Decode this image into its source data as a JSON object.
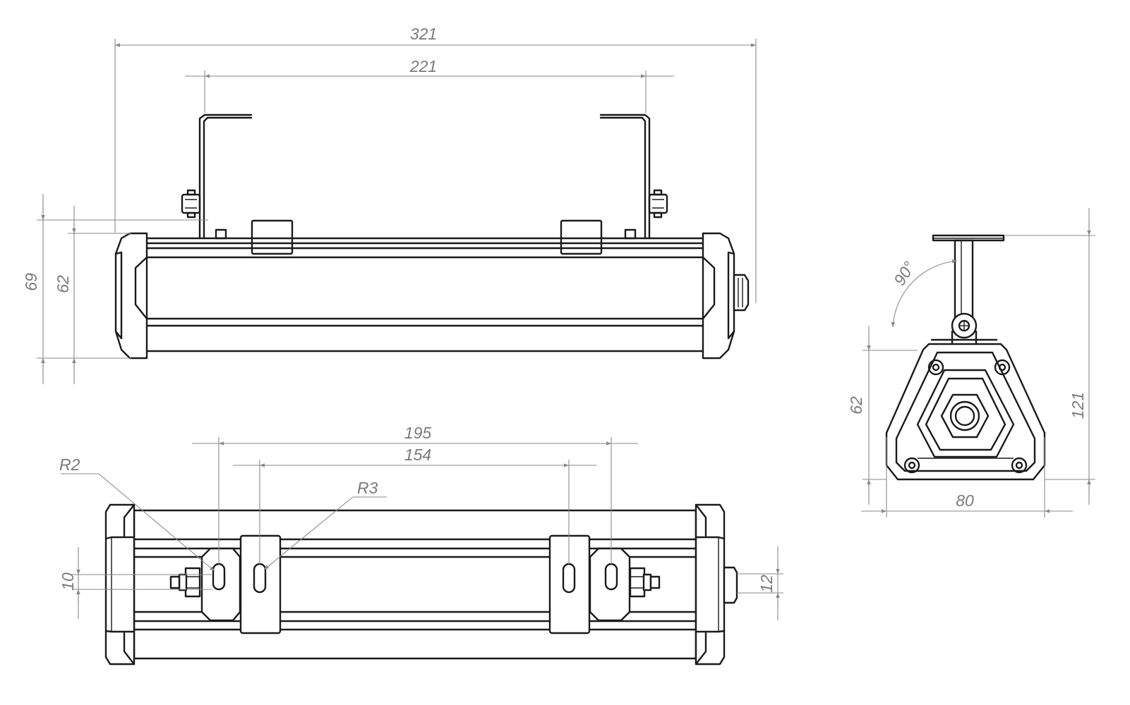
{
  "drawing": {
    "colors": {
      "object_line": "#1a1a1a",
      "dimension_line": "#8a8a8a",
      "background": "#ffffff"
    },
    "dimensions": {
      "overall_length": "321",
      "bracket_span": "221",
      "height_with_bracket_base": "69",
      "body_height": "62",
      "mount_hole_span_outer": "195",
      "mount_hole_span_inner": "154",
      "radius_small": "R2",
      "radius_large": "R3",
      "slot_width": "10",
      "gland_offset": "12",
      "end_view_height": "62",
      "end_view_total_height": "121",
      "end_view_width": "80",
      "bracket_rotation": "90°"
    }
  }
}
